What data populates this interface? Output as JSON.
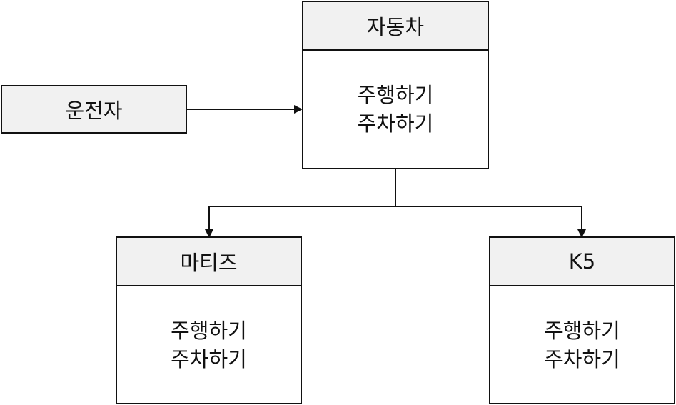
{
  "actor": {
    "label": "운전자"
  },
  "classes": {
    "car": {
      "name": "자동차",
      "methods": [
        "주행하기",
        "주차하기"
      ]
    },
    "matiz": {
      "name": "마티즈",
      "methods": [
        "주행하기",
        "주차하기"
      ]
    },
    "k5": {
      "name": "K5",
      "methods": [
        "주행하기",
        "주차하기"
      ]
    }
  },
  "colors": {
    "stroke": "#111111",
    "header_fill": "#f1f1f1",
    "body_fill": "#ffffff"
  }
}
